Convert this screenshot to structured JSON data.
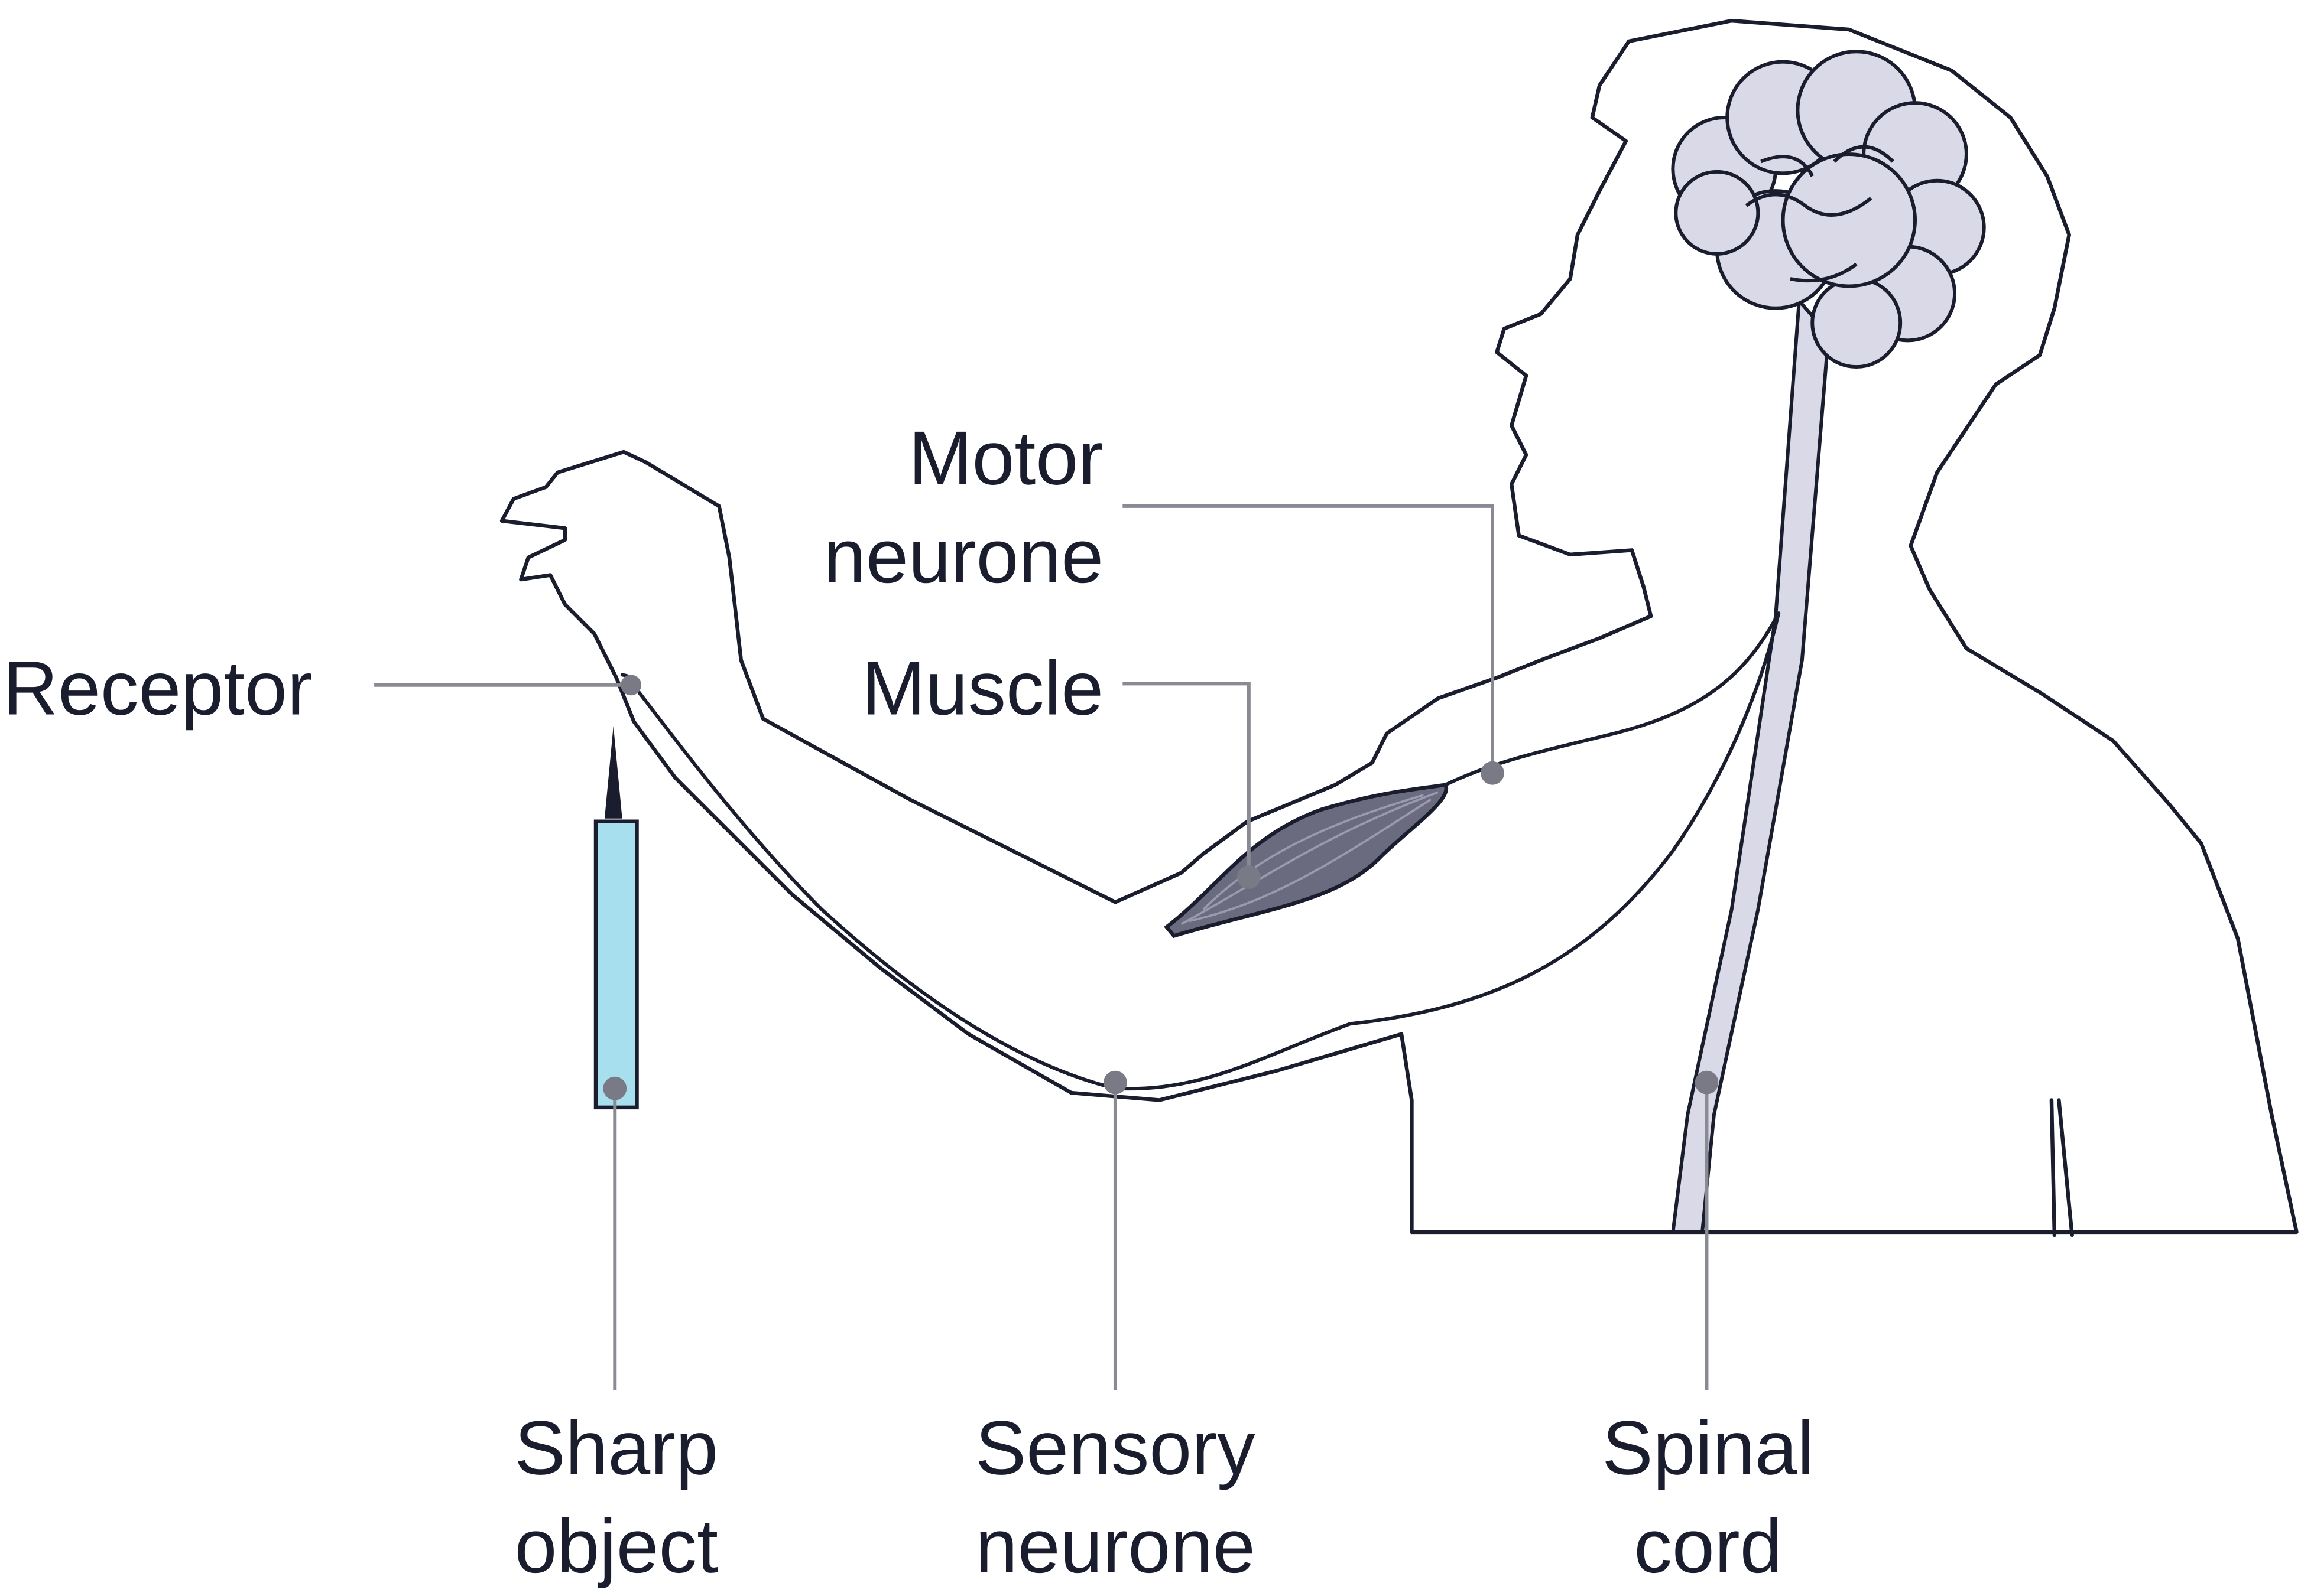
{
  "title": "Reflex arc diagram",
  "labels": {
    "motor_neurone": [
      "Motor",
      "neurone"
    ],
    "receptor": "Receptor",
    "muscle": "Muscle",
    "sharp_object": [
      "Sharp",
      "object"
    ],
    "sensory_neurone": [
      "Sensory",
      "neurone"
    ],
    "spinal_cord": [
      "Spinal",
      "cord"
    ]
  },
  "colors": {
    "outline": "#1a1d2e",
    "leader": "#8a8a94",
    "brain": "#d9d9e8",
    "spinal_cord": "#d9d9e8",
    "muscle": "#6b6b80",
    "syringe": "#a8dfef"
  }
}
